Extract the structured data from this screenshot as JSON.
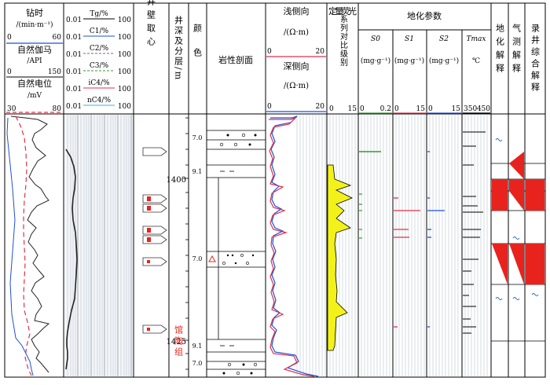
{
  "tracks": {
    "drill_time": {
      "label": "钻时",
      "unit": "/(min·m⁻¹)",
      "min": "0",
      "max": "60"
    },
    "gamma": {
      "label": "自然伽马",
      "unit": "/API",
      "min": "0",
      "max": "150"
    },
    "sp": {
      "label": "自然电位",
      "unit": "/mV",
      "min": "30",
      "max": "80"
    },
    "gas": {
      "items": [
        {
          "scale_min": "0.01",
          "label": "Tg/%",
          "scale_max": "100",
          "color": "#000000"
        },
        {
          "scale_min": "0.01",
          "label": "C1/%",
          "scale_max": "100",
          "color": "#1f4fd6"
        },
        {
          "scale_min": "0.01",
          "label": "C2/%",
          "scale_max": "100",
          "color": "#8a4fc0"
        },
        {
          "scale_min": "0.01",
          "label": "C3/%",
          "scale_max": "100",
          "color": "#2e9e2e"
        },
        {
          "scale_min": "0.01",
          "label": "iC4/%",
          "scale_max": "100",
          "color": "#e0304a"
        },
        {
          "scale_min": "0.01",
          "label": "nC4/%",
          "scale_max": "100",
          "color": "#3fb0d8"
        }
      ]
    },
    "core": {
      "label": "井壁取心"
    },
    "depth": {
      "label": "井深及分层/m",
      "depths": [
        "1400",
        "1425"
      ],
      "formation": "馆陶组"
    },
    "color": {
      "label": "颜色",
      "codes": [
        "7.0",
        "9.1",
        "7.0",
        "9.1",
        "7.0"
      ]
    },
    "lithology": {
      "label": "岩性剖面"
    },
    "resistivity": {
      "shallow": {
        "label": "浅侧向",
        "unit": "/(Ω·m)",
        "min": "0",
        "max": "20"
      },
      "deep": {
        "label": "深侧向",
        "unit": "/(Ω·m)",
        "min": "0",
        "max": "20"
      }
    },
    "fluorescence": {
      "label": "定量荧光",
      "sublabel": "系列对比级别",
      "min": "0",
      "max": "15"
    },
    "geochem": {
      "title": "地化参数",
      "items": [
        {
          "label": "S0",
          "unit": "(mg·g⁻¹)",
          "min": "0",
          "max": "0.2"
        },
        {
          "label": "S1",
          "unit": "(mg·g⁻¹)",
          "min": "0",
          "max": "15"
        },
        {
          "label": "S2",
          "unit": "(mg·g⁻¹)",
          "min": "0",
          "max": "15"
        },
        {
          "label": "Tmax",
          "unit": "℃",
          "min": "350",
          "max": "450"
        }
      ]
    },
    "interp_geochem": {
      "label": "地化解释"
    },
    "interp_gas": {
      "label": "气测解释"
    },
    "interp_log": {
      "label": "录井综合解释"
    }
  },
  "colors": {
    "fluorescence_fill": "#f2f21a",
    "interp_fill": "#e8231e",
    "symbol_blue": "#2a6bd6",
    "marker_red": "#e8231e"
  }
}
